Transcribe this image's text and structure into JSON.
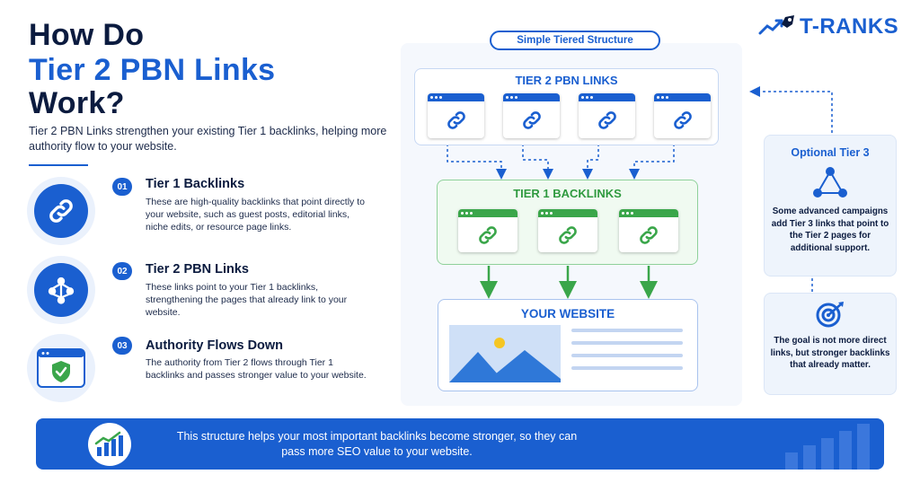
{
  "heading": {
    "line1": "How Do",
    "line2": "Tier 2 PBN Links",
    "line3": "Work?"
  },
  "intro": "Tier 2 PBN Links strengthen your existing Tier 1 backlinks, helping more authority flow to your website.",
  "logo": {
    "text": "T-RANKS"
  },
  "items": [
    {
      "num": "01",
      "title": "Tier 1 Backlinks",
      "desc": "These are high-quality backlinks that point directly to your website, such as guest posts, editorial links, niche edits, or resource page links.",
      "icon": "link-icon"
    },
    {
      "num": "02",
      "title": "Tier 2 PBN Links",
      "desc": "These links point to your Tier 1 backlinks, strengthening the pages that already link to your website.",
      "icon": "network-icon"
    },
    {
      "num": "03",
      "title": "Authority Flows Down",
      "desc": "The authority from Tier 2 flows through Tier 1 backlinks and passes stronger value to your website.",
      "icon": "shield-check-icon"
    }
  ],
  "diagram": {
    "pill": "Simple Tiered Structure",
    "tier2_label": "TIER 2 PBN LINKS",
    "tier1_label": "TIER 1 BACKLINKS",
    "site_label": "YOUR WEBSITE",
    "tier2_card_count": 4,
    "tier1_card_count": 3
  },
  "right": {
    "tier3_title": "Optional Tier 3",
    "tier3_text": "Some advanced campaigns add Tier 3 links that point to the Tier 2 pages for additional support.",
    "goal_text": "The goal is not more direct links, but stronger backlinks that already matter."
  },
  "banner": {
    "text": "This structure helps your most important backlinks become stronger, so they can pass more SEO value to your website."
  },
  "colors": {
    "primary": "#1a5fd0",
    "navy": "#0b1b3f",
    "green": "#3aa64a",
    "sun": "#f5c623"
  }
}
